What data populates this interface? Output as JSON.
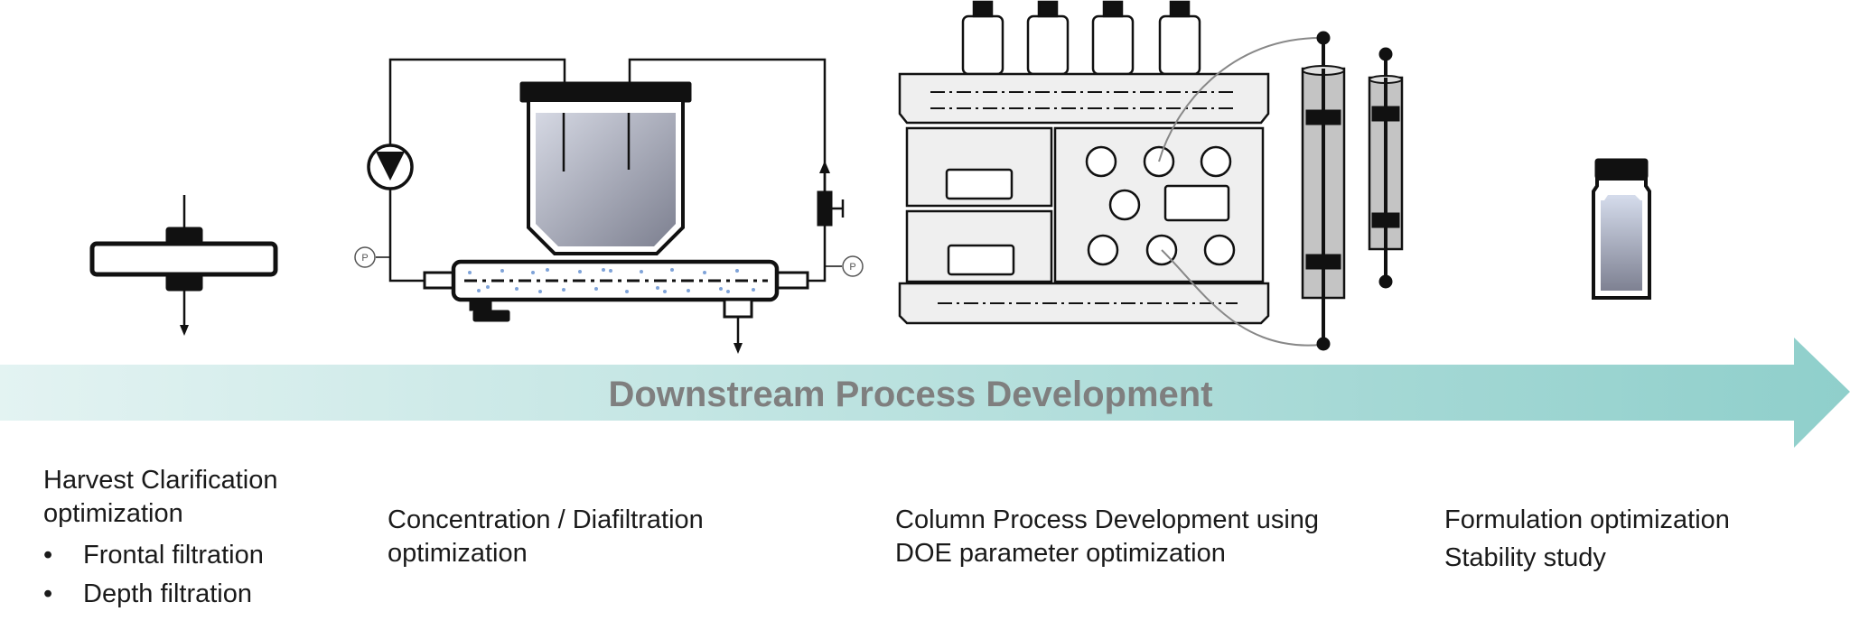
{
  "banner": {
    "title": "Downstream Process Development",
    "gradient_start": "#e3f3f2",
    "gradient_end": "#8fcfcb",
    "text_color": "#7f7f7f"
  },
  "icons": {
    "pressure_gauge_label": "P"
  },
  "stages": [
    {
      "title_line1": "Harvest Clarification",
      "title_line2": "optimization",
      "bullets": [
        "Frontal filtration",
        "Depth filtration"
      ]
    },
    {
      "title_line1": "Concentration / Diafiltration",
      "title_line2": "optimization"
    },
    {
      "title_line1": "Column Process Development using",
      "title_line2": "DOE parameter optimization"
    },
    {
      "title_line1": "Formulation optimization",
      "title_line2": "Stability study"
    }
  ]
}
